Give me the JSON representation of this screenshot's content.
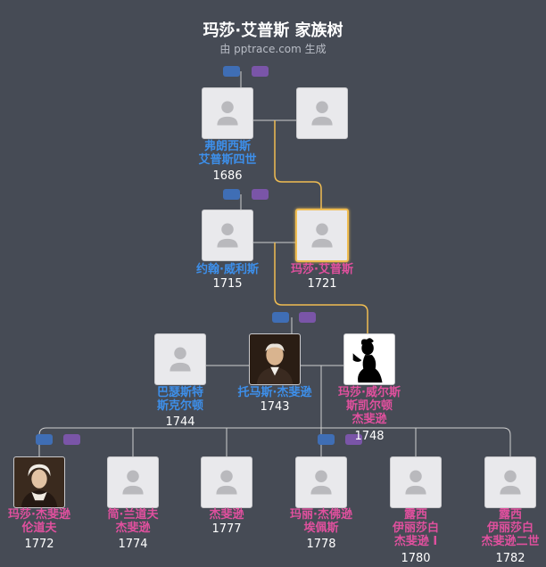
{
  "header": {
    "title": "玛莎·艾普斯 家族树",
    "subtitle": "由 pptrace.com 生成"
  },
  "colors": {
    "background": "#464b55",
    "male": "#3d8fea",
    "female": "#e0509e",
    "highlight_line": "#f0bd52",
    "line": "#d0d0d0"
  },
  "people": {
    "francis": {
      "name_lines": [
        "弗朗西斯",
        "艾普斯四世"
      ],
      "year": "1686"
    },
    "francis_spouse": {
      "name_lines": [],
      "year": ""
    },
    "john": {
      "name_lines": [
        "约翰·威利斯"
      ],
      "year": "1715"
    },
    "martha_eppes": {
      "name_lines": [
        "玛莎·艾普斯"
      ],
      "year": "1721"
    },
    "bathurst": {
      "name_lines": [
        "巴瑟斯特",
        "斯克尔顿"
      ],
      "year": "1744"
    },
    "thomas": {
      "name_lines": [
        "托马斯·杰斐逊"
      ],
      "year": "1743"
    },
    "martha_wayles": {
      "name_lines": [
        "玛莎·威尔斯",
        "斯凯尔顿",
        "杰斐逊"
      ],
      "year": "1748"
    },
    "martha_jr": {
      "name_lines": [
        "玛莎·杰斐逊",
        "伦道夫"
      ],
      "year": "1772"
    },
    "jane": {
      "name_lines": [
        "简·兰道夫",
        "杰斐逊"
      ],
      "year": "1774"
    },
    "jefferson": {
      "name_lines": [
        "杰斐逊"
      ],
      "year": "1777"
    },
    "mary": {
      "name_lines": [
        "玛丽·杰佛逊",
        "埃佩斯"
      ],
      "year": "1778"
    },
    "lucy1": {
      "name_lines": [
        "露西",
        "伊丽莎白",
        "杰斐逊 I"
      ],
      "year": "1780"
    },
    "lucy2": {
      "name_lines": [
        "露西",
        "伊丽莎白",
        "杰斐逊二世"
      ],
      "year": "1782"
    }
  }
}
